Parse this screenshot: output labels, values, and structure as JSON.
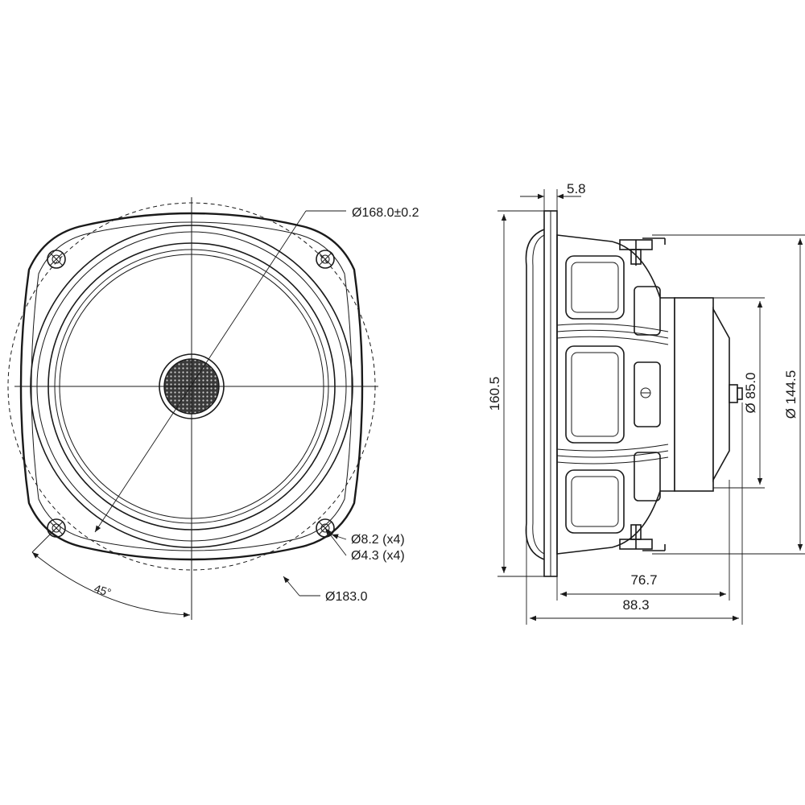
{
  "front_view": {
    "dim_outer_diameter": "Ø168.0±0.2",
    "dim_hole_large": "Ø8.2 (x4)",
    "dim_hole_small": "Ø4.3 (x4)",
    "dim_bolt_circle": "Ø183.0",
    "dim_angle": "45°"
  },
  "side_view": {
    "dim_flange_thickness": "5.8",
    "dim_total_height": "160.5",
    "dim_magnet_diameter": "Ø 85.0",
    "dim_frame_diameter": "Ø 144.5",
    "dim_depth_frame": "76.7",
    "dim_total_depth": "88.3"
  }
}
